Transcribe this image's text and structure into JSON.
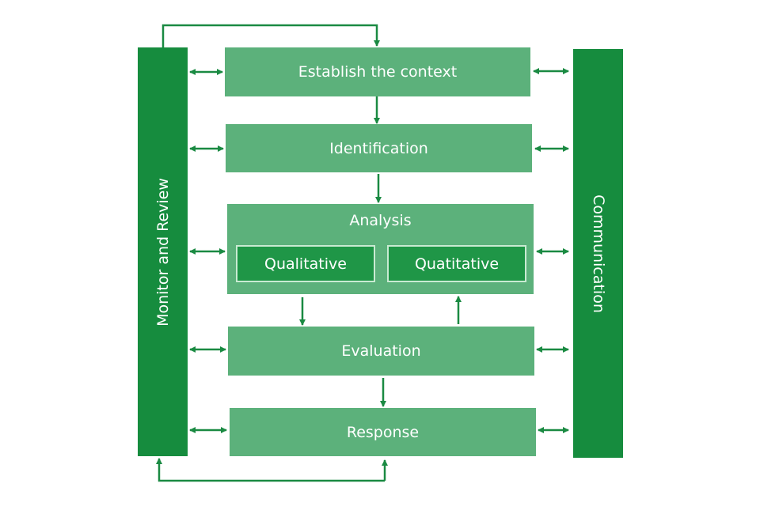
{
  "diagram": {
    "left_bar": {
      "label": "Monitor and Review"
    },
    "right_bar": {
      "label": "Communication"
    },
    "steps": [
      {
        "id": "context",
        "label": "Establish the context"
      },
      {
        "id": "identification",
        "label": "Identification"
      },
      {
        "id": "analysis",
        "label": "Analysis",
        "children": [
          {
            "label": "Qualitative"
          },
          {
            "label": "Quatitative"
          }
        ]
      },
      {
        "id": "evaluation",
        "label": "Evaluation"
      },
      {
        "id": "response",
        "label": "Response"
      }
    ],
    "colors": {
      "bar": "#168c3e",
      "step": "#5cb17b",
      "sub_box": "#1f9647",
      "sub_border": "#c9ead2",
      "arrow": "#1a8a42",
      "text": "#ffffff"
    },
    "edges": [
      {
        "from": "Monitor and Review",
        "to": "Establish the context",
        "type": "feedback-top"
      },
      {
        "from": "Establish the context",
        "to": "Identification"
      },
      {
        "from": "Identification",
        "to": "Analysis"
      },
      {
        "from": "Qualitative",
        "to": "Evaluation"
      },
      {
        "from": "Evaluation",
        "to": "Quatitative"
      },
      {
        "from": "Evaluation",
        "to": "Response"
      },
      {
        "from": "Response",
        "to": "Monitor and Review",
        "type": "feedback-bottom"
      },
      {
        "from": "Monitor and Review",
        "to": "each step",
        "type": "bidirectional"
      },
      {
        "from": "Communication",
        "to": "each step",
        "type": "bidirectional"
      }
    ]
  }
}
